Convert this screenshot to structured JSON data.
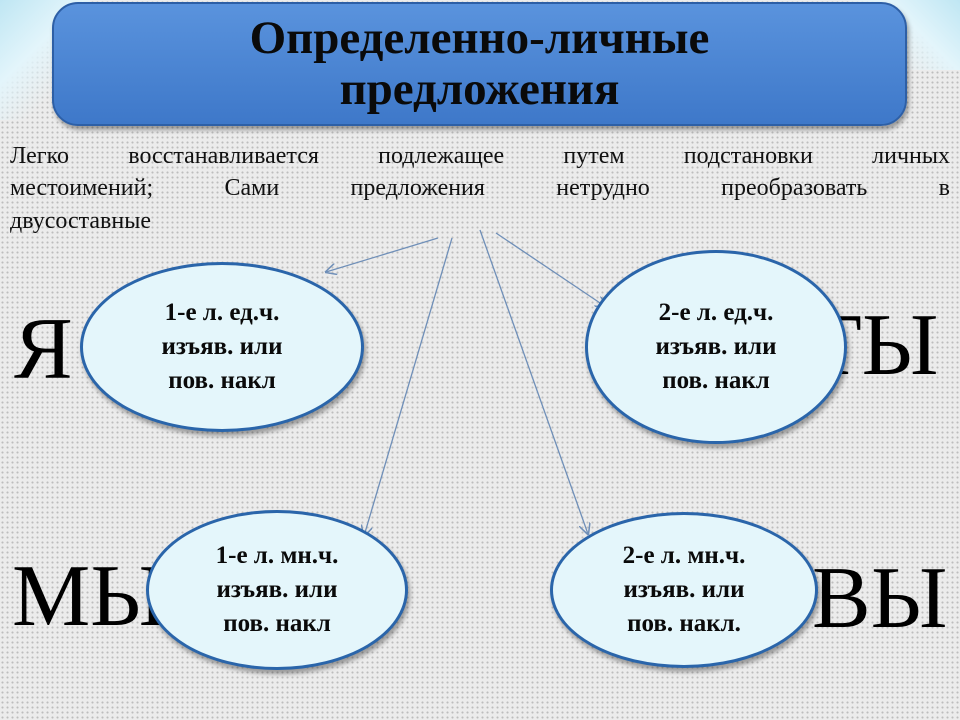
{
  "title": {
    "line1": "Определенно-личные",
    "line2": "предложения"
  },
  "description": {
    "line1": "Легко восстанавливается подлежащее путем подстановки личных",
    "line2": "местоимений; Сами предложения нетрудно преобразовать в",
    "line3": "двусоставные"
  },
  "pronouns": {
    "ya": "Я",
    "ty": "ТЫ",
    "my": "МЫ",
    "vy": "ВЫ"
  },
  "nodes": {
    "first_singular": {
      "line1": "1-е л. ед.ч.",
      "line2": "изъяв. или",
      "line3": "пов. накл"
    },
    "second_singular": {
      "line1": "2-е л. ед.ч.",
      "line2": "изъяв. или",
      "line3": "пов. накл"
    },
    "first_plural": {
      "line1": "1-е л. мн.ч.",
      "line2": "изъяв. или",
      "line3": "пов. накл"
    },
    "second_plural": {
      "line1": "2-е л. мн.ч.",
      "line2": "изъяв. или",
      "line3": "пов. накл."
    }
  },
  "colors": {
    "title_fill": "#4a86d6",
    "ellipse_fill": "#e4f6fb",
    "ellipse_border": "#2a65aa"
  }
}
